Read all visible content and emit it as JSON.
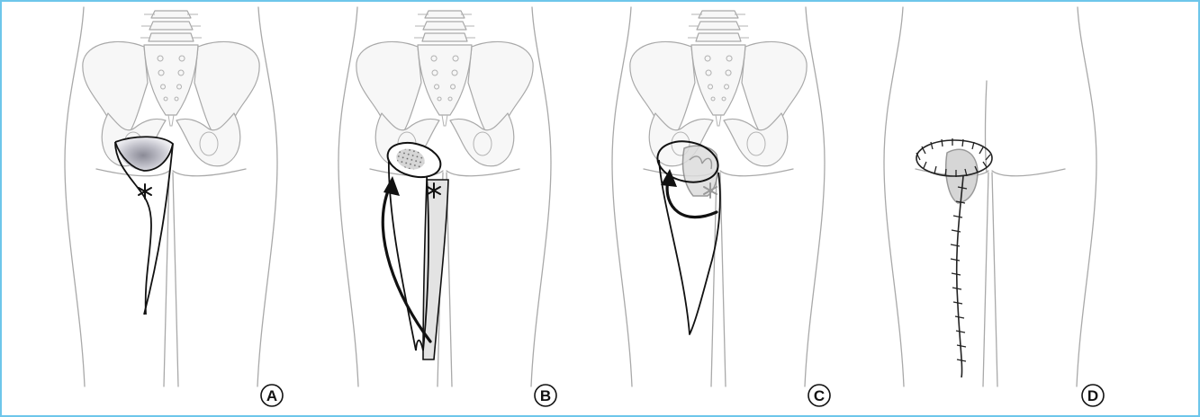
{
  "figure": {
    "border_color": "#6ec6ea",
    "panels": [
      {
        "id": "A",
        "label": "A",
        "marker": "*"
      },
      {
        "id": "B",
        "label": "B",
        "marker": "*"
      },
      {
        "id": "C",
        "label": "C",
        "marker": "*"
      },
      {
        "id": "D",
        "label": "D",
        "marker": ""
      }
    ]
  }
}
